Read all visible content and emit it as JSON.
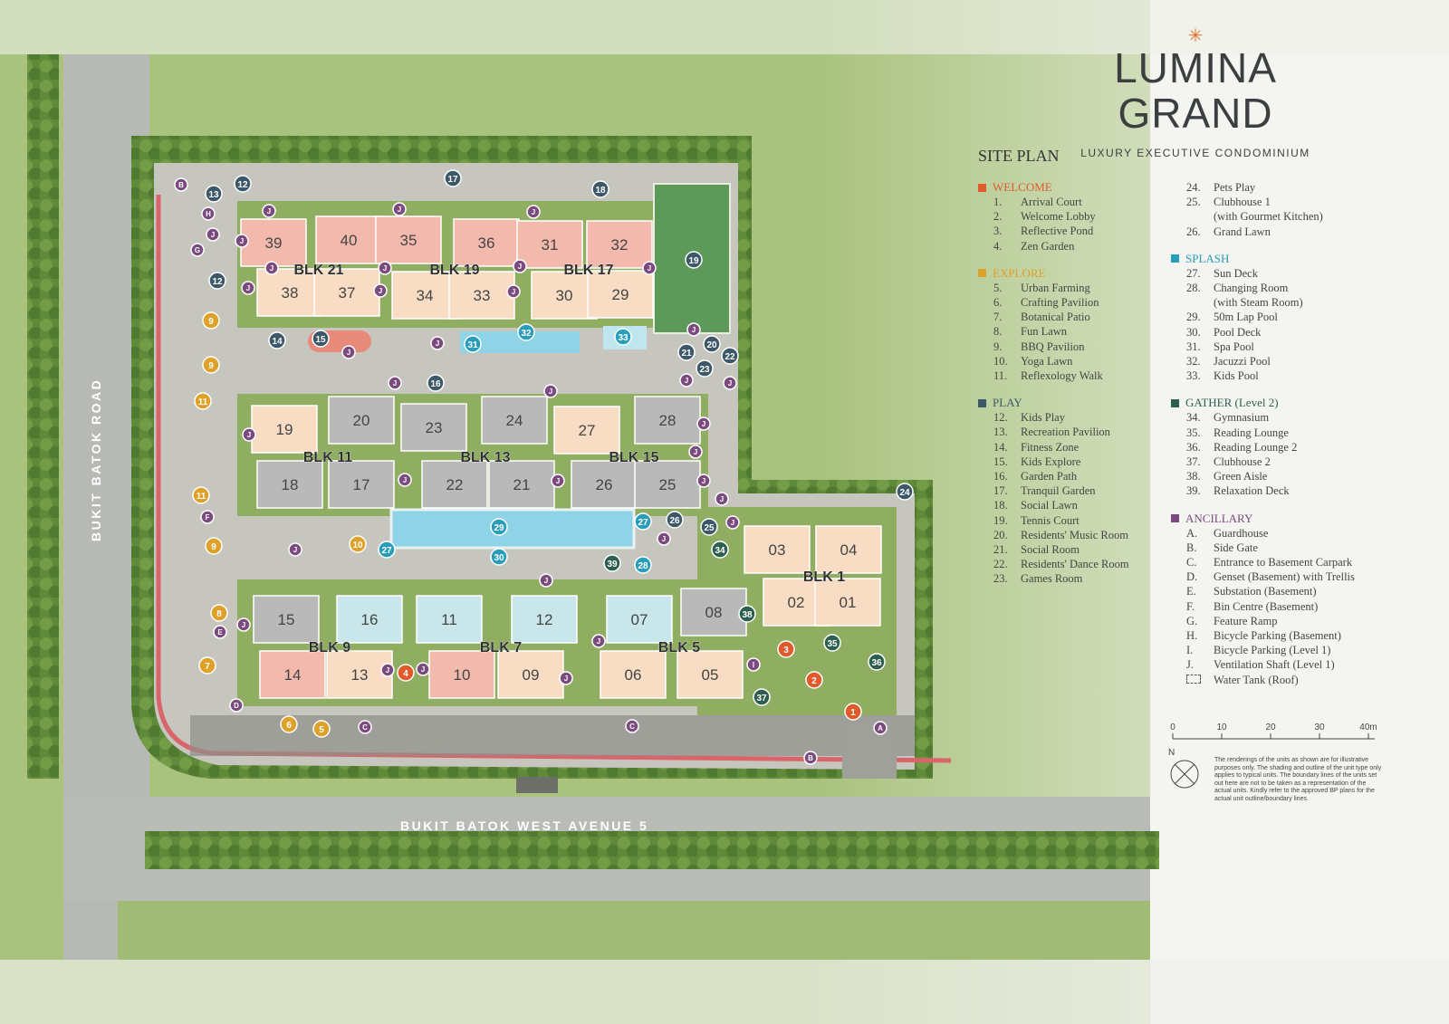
{
  "brand": {
    "name": "LUMINA GRAND",
    "tagline": "LUXURY EXECUTIVE CONDOMINIUM"
  },
  "site_plan_title": "SITE PLAN",
  "roads": {
    "left": "BUKIT BATOK ROAD",
    "bottom": "BUKIT BATOK WEST AVENUE 5"
  },
  "colors": {
    "welcome": "#e05a2b",
    "explore": "#dea129",
    "play": "#3d5868",
    "splash": "#2a9dbb",
    "gather": "#2d5e50",
    "ancillary": "#7b4a7e",
    "unit_pink": "#f3b9ad",
    "unit_peach": "#f8dcc4",
    "unit_gray": "#b9b9b9",
    "unit_blue": "#c9e6ea"
  },
  "legend": {
    "left": [
      {
        "title": "WELCOME",
        "color": "#e05a2b",
        "items": [
          [
            "1.",
            "Arrival Court"
          ],
          [
            "2.",
            "Welcome Lobby"
          ],
          [
            "3.",
            "Reflective Pond"
          ],
          [
            "4.",
            "Zen Garden"
          ]
        ]
      },
      {
        "title": "EXPLORE",
        "color": "#dea129",
        "items": [
          [
            "5.",
            "Urban Farming"
          ],
          [
            "6.",
            "Crafting Pavilion"
          ],
          [
            "7.",
            "Botanical Patio"
          ],
          [
            "8.",
            "Fun Lawn"
          ],
          [
            "9.",
            "BBQ Pavilion"
          ],
          [
            "10.",
            "Yoga Lawn"
          ],
          [
            "11.",
            "Reflexology Walk"
          ]
        ]
      },
      {
        "title": "PLAY",
        "color": "#3d5868",
        "items": [
          [
            "12.",
            "Kids Play"
          ],
          [
            "13.",
            "Recreation Pavilion"
          ],
          [
            "14.",
            "Fitness Zone"
          ],
          [
            "15.",
            "Kids Explore"
          ],
          [
            "16.",
            "Garden Path"
          ],
          [
            "17.",
            "Tranquil Garden"
          ],
          [
            "18.",
            "Social Lawn"
          ],
          [
            "19.",
            "Tennis Court"
          ],
          [
            "20.",
            "Residents' Music Room"
          ],
          [
            "21.",
            "Social Room"
          ],
          [
            "22.",
            "Residents' Dance Room"
          ],
          [
            "23.",
            "Games Room"
          ]
        ]
      }
    ],
    "right": [
      {
        "title": "",
        "color": "",
        "items": [
          [
            "24.",
            "Pets Play"
          ],
          [
            "25.",
            "Clubhouse 1"
          ],
          [
            "",
            "(with Gourmet Kitchen)"
          ],
          [
            "26.",
            "Grand Lawn"
          ]
        ]
      },
      {
        "title": "SPLASH",
        "color": "#2a9dbb",
        "items": [
          [
            "27.",
            "Sun Deck"
          ],
          [
            "28.",
            "Changing Room"
          ],
          [
            "",
            "(with Steam Room)"
          ],
          [
            "29.",
            "50m Lap Pool"
          ],
          [
            "30.",
            "Pool Deck"
          ],
          [
            "31.",
            "Spa Pool"
          ],
          [
            "32.",
            "Jacuzzi Pool"
          ],
          [
            "33.",
            "Kids Pool"
          ]
        ]
      },
      {
        "title": "GATHER (Level 2)",
        "color": "#2d5e50",
        "items": [
          [
            "34.",
            "Gymnasium"
          ],
          [
            "35.",
            "Reading Lounge"
          ],
          [
            "36.",
            "Reading Lounge 2"
          ],
          [
            "37.",
            "Clubhouse 2"
          ],
          [
            "38.",
            "Green Aisle"
          ],
          [
            "39.",
            "Relaxation Deck"
          ]
        ]
      },
      {
        "title": "ANCILLARY",
        "color": "#7b4a7e",
        "items": [
          [
            "A.",
            "Guardhouse"
          ],
          [
            "B.",
            "Side Gate"
          ],
          [
            "C.",
            "Entrance to Basement Carpark"
          ],
          [
            "D.",
            "Genset (Basement) with Trellis"
          ],
          [
            "E.",
            "Substation (Basement)"
          ],
          [
            "F.",
            "Bin Centre (Basement)"
          ],
          [
            "G.",
            "Feature Ramp"
          ],
          [
            "H.",
            "Bicycle Parking (Basement)"
          ],
          [
            "I.",
            "Bicycle Parking (Level 1)"
          ],
          [
            "J.",
            "Ventilation Shaft (Level 1)"
          ],
          [
            "",
            "Water Tank (Roof)"
          ]
        ]
      }
    ]
  },
  "scale": {
    "ticks": [
      "0",
      "10",
      "20",
      "30",
      "40m"
    ]
  },
  "north_label": "N",
  "disclaimer": "The renderings of the units as shown are for illustrative purposes only. The shading and outline of the unit type only applies to typical units. The boundary lines of the units set out here are not to be taken as a representation of the actual units. Kindly refer to the approved BP plans for the actual unit outline/boundary lines.",
  "blocks": [
    {
      "label": "BLK 21",
      "units": [
        [
          "39",
          "pink"
        ],
        [
          "40",
          "pink"
        ],
        [
          "38",
          "peach"
        ],
        [
          "37",
          "peach"
        ]
      ]
    },
    {
      "label": "BLK 19",
      "units": [
        [
          "35",
          "pink"
        ],
        [
          "36",
          "pink"
        ],
        [
          "34",
          "peach"
        ],
        [
          "33",
          "peach"
        ]
      ]
    },
    {
      "label": "BLK 17",
      "units": [
        [
          "31",
          "pink"
        ],
        [
          "32",
          "pink"
        ],
        [
          "30",
          "peach"
        ],
        [
          "29",
          "peach"
        ]
      ]
    },
    {
      "label": "BLK 11",
      "units": [
        [
          "19",
          "peach"
        ],
        [
          "20",
          "gray"
        ],
        [
          "18",
          "gray"
        ],
        [
          "17",
          "gray"
        ]
      ]
    },
    {
      "label": "BLK 13",
      "units": [
        [
          "23",
          "gray"
        ],
        [
          "24",
          "gray"
        ],
        [
          "22",
          "gray"
        ],
        [
          "21",
          "gray"
        ]
      ]
    },
    {
      "label": "BLK 15",
      "units": [
        [
          "27",
          "peach"
        ],
        [
          "28",
          "gray"
        ],
        [
          "26",
          "gray"
        ],
        [
          "25",
          "gray"
        ]
      ]
    },
    {
      "label": "BLK 9",
      "units": [
        [
          "15",
          "gray"
        ],
        [
          "16",
          "blue"
        ],
        [
          "14",
          "pink"
        ],
        [
          "13",
          "peach"
        ]
      ]
    },
    {
      "label": "BLK 7",
      "units": [
        [
          "11",
          "blue"
        ],
        [
          "12",
          "blue"
        ],
        [
          "10",
          "pink"
        ],
        [
          "09",
          "peach"
        ]
      ]
    },
    {
      "label": "BLK 5",
      "units": [
        [
          "07",
          "blue"
        ],
        [
          "08",
          "gray"
        ],
        [
          "06",
          "peach"
        ],
        [
          "05",
          "peach"
        ]
      ]
    },
    {
      "label": "BLK 1",
      "units": [
        [
          "03",
          "peach"
        ],
        [
          "04",
          "peach"
        ],
        [
          "02",
          "peach"
        ],
        [
          "01",
          "peach"
        ]
      ]
    }
  ],
  "markers": [
    [
      "1",
      "welcome"
    ],
    [
      "2",
      "welcome"
    ],
    [
      "3",
      "welcome"
    ],
    [
      "4",
      "welcome"
    ],
    [
      "5",
      "explore"
    ],
    [
      "6",
      "explore"
    ],
    [
      "7",
      "explore"
    ],
    [
      "8",
      "explore"
    ],
    [
      "9",
      "explore"
    ],
    [
      "9",
      "explore"
    ],
    [
      "9",
      "explore"
    ],
    [
      "10",
      "explore"
    ],
    [
      "11",
      "explore"
    ],
    [
      "11",
      "explore"
    ],
    [
      "12",
      "play"
    ],
    [
      "12",
      "play"
    ],
    [
      "13",
      "play"
    ],
    [
      "14",
      "play"
    ],
    [
      "15",
      "play"
    ],
    [
      "16",
      "play"
    ],
    [
      "17",
      "play"
    ],
    [
      "18",
      "play"
    ],
    [
      "19",
      "play"
    ],
    [
      "20",
      "play"
    ],
    [
      "21",
      "play"
    ],
    [
      "22",
      "play"
    ],
    [
      "23",
      "play"
    ],
    [
      "24",
      "play"
    ],
    [
      "25",
      "play"
    ],
    [
      "26",
      "play"
    ],
    [
      "27",
      "splash"
    ],
    [
      "27",
      "splash"
    ],
    [
      "28",
      "splash"
    ],
    [
      "29",
      "splash"
    ],
    [
      "30",
      "splash"
    ],
    [
      "31",
      "splash"
    ],
    [
      "32",
      "splash"
    ],
    [
      "33",
      "splash"
    ],
    [
      "34",
      "gather"
    ],
    [
      "35",
      "gather"
    ],
    [
      "36",
      "gather"
    ],
    [
      "37",
      "gather"
    ],
    [
      "38",
      "gather"
    ],
    [
      "39",
      "gather"
    ],
    [
      "A",
      "ancillary"
    ],
    [
      "B",
      "ancillary"
    ],
    [
      "B",
      "ancillary"
    ],
    [
      "C",
      "ancillary"
    ],
    [
      "C",
      "ancillary"
    ],
    [
      "D",
      "ancillary"
    ],
    [
      "E",
      "ancillary"
    ],
    [
      "F",
      "ancillary"
    ],
    [
      "G",
      "ancillary"
    ],
    [
      "H",
      "ancillary"
    ],
    [
      "I",
      "ancillary"
    ],
    [
      "J",
      "ancillary"
    ],
    [
      "J",
      "ancillary"
    ],
    [
      "J",
      "ancillary"
    ],
    [
      "J",
      "ancillary"
    ],
    [
      "J",
      "ancillary"
    ],
    [
      "J",
      "ancillary"
    ],
    [
      "J",
      "ancillary"
    ],
    [
      "J",
      "ancillary"
    ],
    [
      "J",
      "ancillary"
    ],
    [
      "J",
      "ancillary"
    ],
    [
      "J",
      "ancillary"
    ],
    [
      "J",
      "ancillary"
    ],
    [
      "J",
      "ancillary"
    ],
    [
      "J",
      "ancillary"
    ],
    [
      "J",
      "ancillary"
    ],
    [
      "J",
      "ancillary"
    ],
    [
      "J",
      "ancillary"
    ],
    [
      "J",
      "ancillary"
    ],
    [
      "J",
      "ancillary"
    ],
    [
      "J",
      "ancillary"
    ],
    [
      "J",
      "ancillary"
    ],
    [
      "J",
      "ancillary"
    ],
    [
      "J",
      "ancillary"
    ],
    [
      "J",
      "ancillary"
    ],
    [
      "J",
      "ancillary"
    ],
    [
      "J",
      "ancillary"
    ],
    [
      "J",
      "ancillary"
    ],
    [
      "J",
      "ancillary"
    ],
    [
      "J",
      "ancillary"
    ],
    [
      "J",
      "ancillary"
    ],
    [
      "J",
      "ancillary"
    ],
    [
      "J",
      "ancillary"
    ],
    [
      "J",
      "ancillary"
    ],
    [
      "J",
      "ancillary"
    ],
    [
      "J",
      "ancillary"
    ]
  ]
}
